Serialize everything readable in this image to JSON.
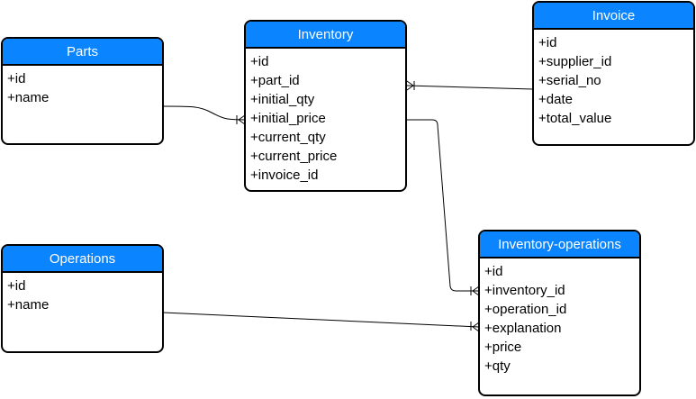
{
  "entities": {
    "parts": {
      "title": "Parts",
      "fields": [
        "+id",
        "+name"
      ]
    },
    "inventory": {
      "title": "Inventory",
      "fields": [
        "+id",
        "+part_id",
        "+initial_qty",
        "+initial_price",
        "+current_qty",
        "+current_price",
        "+invoice_id"
      ]
    },
    "invoice": {
      "title": "Invoice",
      "fields": [
        "+id",
        "+supplier_id",
        "+serial_no",
        "+date",
        "+total_value"
      ]
    },
    "operations": {
      "title": "Operations",
      "fields": [
        "+id",
        "+name"
      ]
    },
    "inventory_operations": {
      "title": "Inventory-operations",
      "fields": [
        "+id",
        "+inventory_id",
        "+operation_id",
        "+explanation",
        "+price",
        "+qty"
      ]
    }
  },
  "colors": {
    "header": "#0a84ff",
    "border": "#000000",
    "header_text": "#ffffff"
  },
  "relations": [
    {
      "from": "Parts.name",
      "to": "Inventory.initial_price",
      "end": "crowfoot-one-or-many"
    },
    {
      "from": "Invoice.serial_no",
      "to": "Inventory.part_id",
      "end": "crowfoot-one-or-many"
    },
    {
      "from": "Inventory.initial_price",
      "to": "Inventory-operations.inventory_id",
      "end": "crowfoot-one-or-many"
    },
    {
      "from": "Operations.name",
      "to": "Inventory-operations.explanation",
      "end": "crowfoot-one-or-many"
    }
  ]
}
